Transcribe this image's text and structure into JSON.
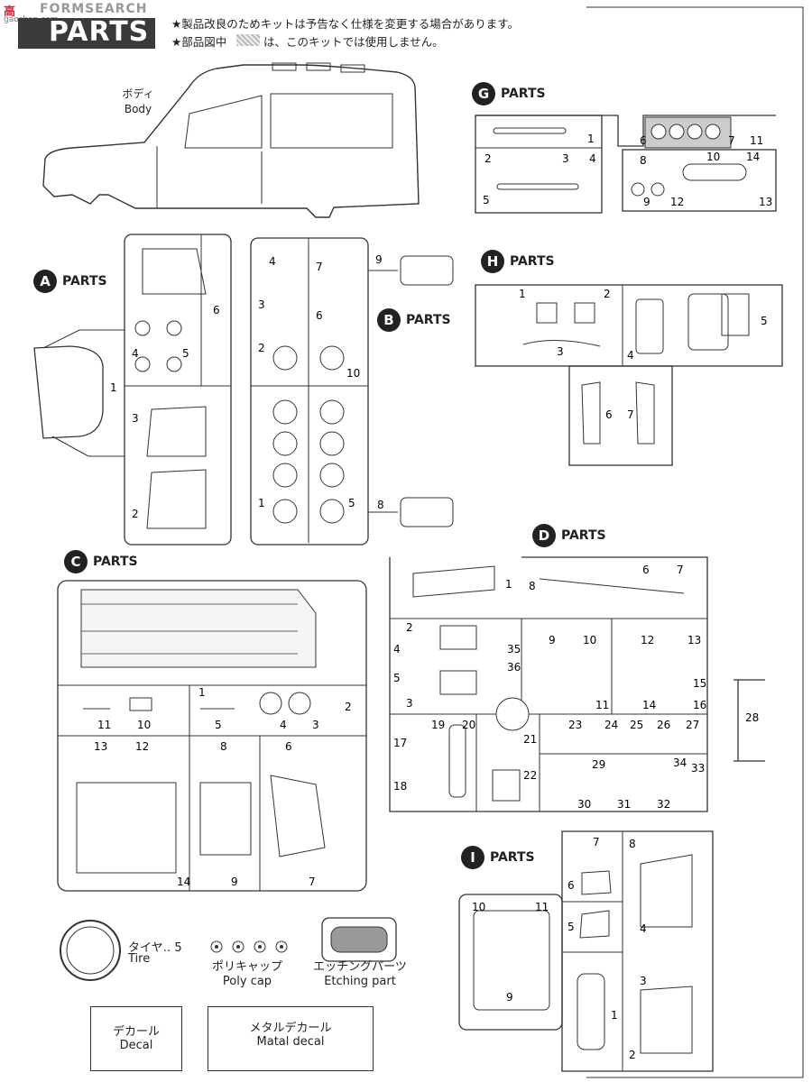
{
  "logo": {
    "mark": "高",
    "brand": "FORMSEARCH",
    "sub": "gaoshan.com"
  },
  "header": {
    "title": "PARTS"
  },
  "notes": [
    "★製品改良のためキットは予告なく仕様を変更する場合があります。",
    "★部品図中",
    "は、このキットでは使用しません。"
  ],
  "body": {
    "jp": "ボディ",
    "en": "Body"
  },
  "sections": {
    "A": {
      "letter": "A",
      "label": "PARTS",
      "nums": [
        "1",
        "2",
        "3",
        "4",
        "5",
        "6"
      ]
    },
    "B": {
      "letter": "B",
      "label": "PARTS",
      "nums": [
        "1",
        "2",
        "3",
        "4",
        "5",
        "6",
        "7",
        "8",
        "9",
        "10"
      ]
    },
    "C": {
      "letter": "C",
      "label": "PARTS",
      "nums": [
        "1",
        "2",
        "3",
        "4",
        "5",
        "6",
        "7",
        "8",
        "9",
        "10",
        "11",
        "12",
        "13",
        "14"
      ]
    },
    "D": {
      "letter": "D",
      "label": "PARTS",
      "nums": [
        "1",
        "2",
        "3",
        "4",
        "5",
        "6",
        "7",
        "8",
        "9",
        "10",
        "11",
        "12",
        "13",
        "14",
        "15",
        "16",
        "17",
        "18",
        "19",
        "20",
        "21",
        "22",
        "23",
        "24",
        "25",
        "26",
        "27",
        "28",
        "29",
        "30",
        "31",
        "32",
        "33",
        "34",
        "35",
        "36"
      ]
    },
    "G": {
      "letter": "G",
      "label": "PARTS",
      "nums": [
        "1",
        "2",
        "3",
        "4",
        "5",
        "6",
        "7",
        "8",
        "9",
        "10",
        "11",
        "12",
        "13",
        "14"
      ]
    },
    "H": {
      "letter": "H",
      "label": "PARTS",
      "nums": [
        "1",
        "2",
        "3",
        "4",
        "5",
        "6",
        "7"
      ]
    },
    "I": {
      "letter": "I",
      "label": "PARTS",
      "nums": [
        "1",
        "2",
        "3",
        "4",
        "5",
        "6",
        "7",
        "8",
        "9",
        "10",
        "11"
      ]
    }
  },
  "extras": {
    "tire": {
      "jp": "タイヤ‥ 5",
      "en": "Tire"
    },
    "polycap": {
      "jp": "ポリキャップ",
      "en": "Poly cap"
    },
    "etching": {
      "jp": "エッチングパーツ",
      "en": "Etching part"
    },
    "decal": {
      "jp": "デカール",
      "en": "Decal"
    },
    "metal_decal": {
      "jp": "メタルデカール",
      "en": "Matal decal"
    }
  }
}
